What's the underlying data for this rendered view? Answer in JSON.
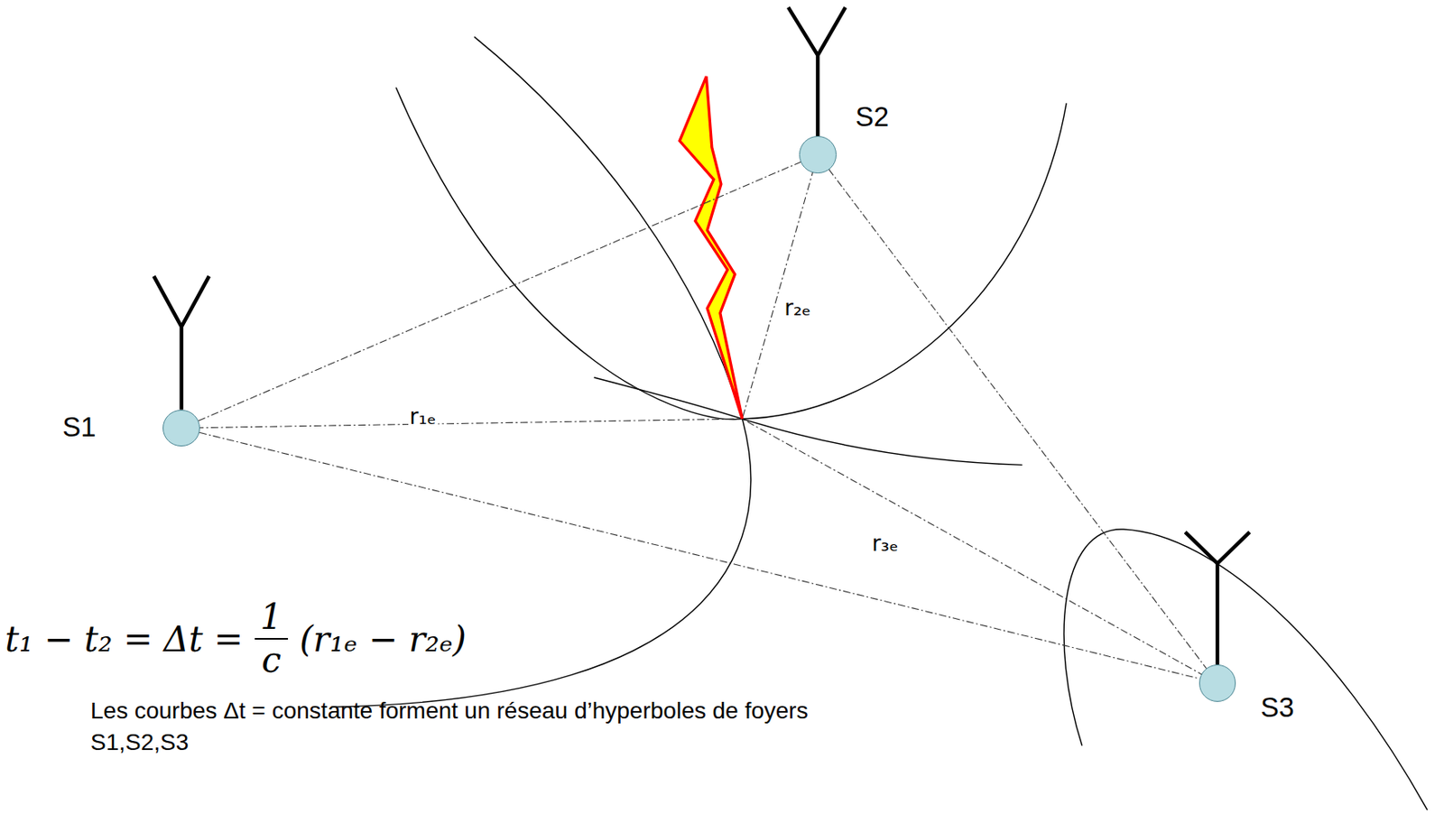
{
  "diagram": {
    "caption": "Les courbes Δt = constante forment un réseau d’hyperboles de foyers S1,S2,S3",
    "nodes": [
      {
        "text": [
          "S2"
        ]
      },
      {
        "text": [
          "S1"
        ]
      },
      {
        "text": [
          "S3"
        ]
      }
    ],
    "edges": [
      {
        "from": 1,
        "to": 0,
        "arrow": "none"
      },
      {
        "from": 1,
        "to": 2,
        "arrow": "none"
      },
      {
        "from": 0,
        "to": 2,
        "arrow": "none"
      }
    ],
    "labels": [
      "r₂ₑ",
      "r₁ₑ",
      "r₃ₑ",
      "t₁ − t₂ = Δt =",
      "1",
      "c",
      "(r₁ₑ − r₂ₑ)"
    ]
  }
}
